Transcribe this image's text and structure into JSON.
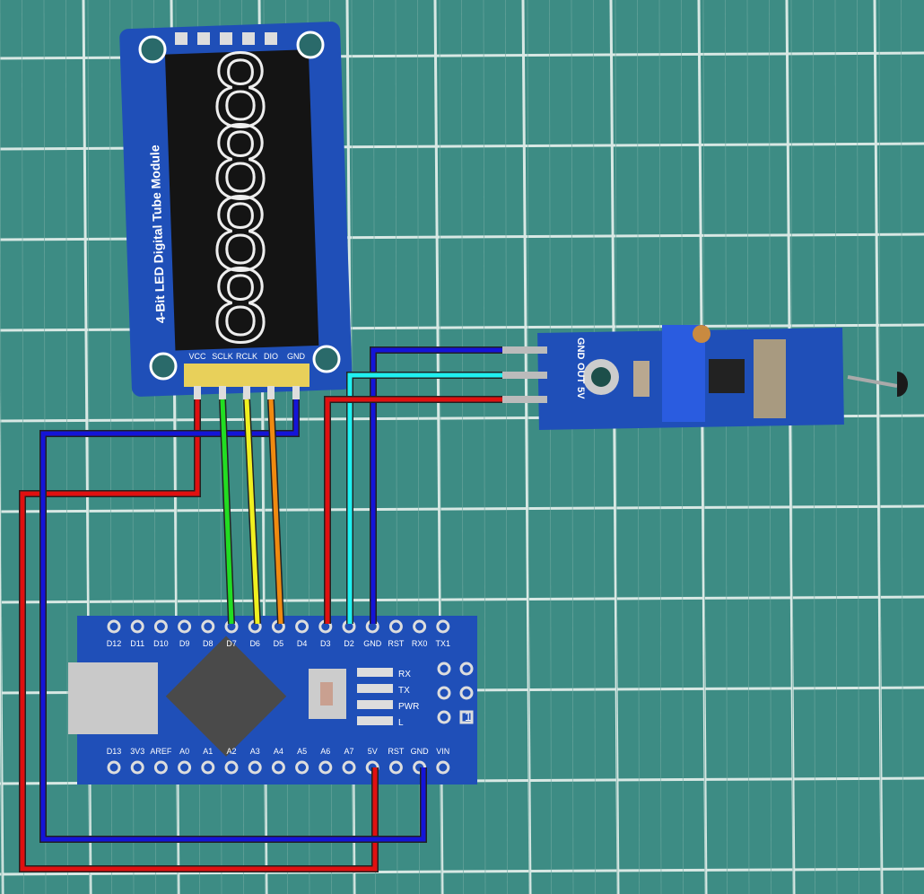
{
  "display_module": {
    "title": "4-Bit LED Digital Tube Module",
    "pins": [
      "VCC",
      "SCLK",
      "RCLK",
      "DIO",
      "GND"
    ],
    "digits": [
      "8",
      "8",
      "8",
      "8"
    ]
  },
  "sensor_module": {
    "pins": [
      "GND",
      "OUT",
      "5V"
    ]
  },
  "arduino_nano": {
    "top_pins": [
      "D12",
      "D11",
      "D10",
      "D9",
      "D8",
      "D7",
      "D6",
      "D5",
      "D4",
      "D3",
      "D2",
      "GND",
      "RST",
      "RX0",
      "TX1"
    ],
    "bottom_pins": [
      "D13",
      "3V3",
      "AREF",
      "A0",
      "A1",
      "A2",
      "A3",
      "A4",
      "A5",
      "A6",
      "A7",
      "5V",
      "RST",
      "GND",
      "VIN"
    ],
    "leds": [
      "RX",
      "TX",
      "PWR",
      "L"
    ],
    "header_number": "1"
  },
  "colors": {
    "mat": "#3d8c84",
    "board": "#1f4fb8",
    "wire_red": "#e01010",
    "wire_blue": "#1414d8",
    "wire_green": "#22dd22",
    "wire_yellow": "#f0f020",
    "wire_orange": "#f08a10",
    "wire_cyan": "#20f0f0"
  }
}
